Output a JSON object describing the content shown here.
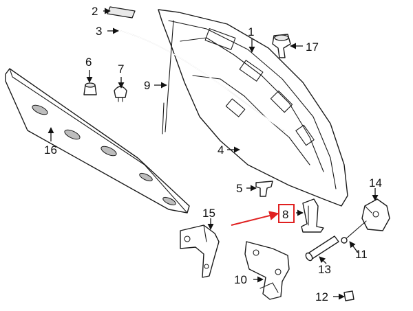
{
  "colors": {
    "line": "#1a1a1a",
    "callout_arrow": "#e02020",
    "highlight_box": "#e02020"
  },
  "labels": {
    "part_1": "1",
    "part_2": "2",
    "part_3": "3",
    "part_4": "4",
    "part_5": "5",
    "part_6": "6",
    "part_7": "7",
    "part_8": "8",
    "part_9": "9",
    "part_10": "10",
    "part_11": "11",
    "part_12": "12",
    "part_13": "13",
    "part_14": "14",
    "part_15": "15",
    "part_16": "16",
    "part_17": "17"
  },
  "highlighted_part": "8"
}
